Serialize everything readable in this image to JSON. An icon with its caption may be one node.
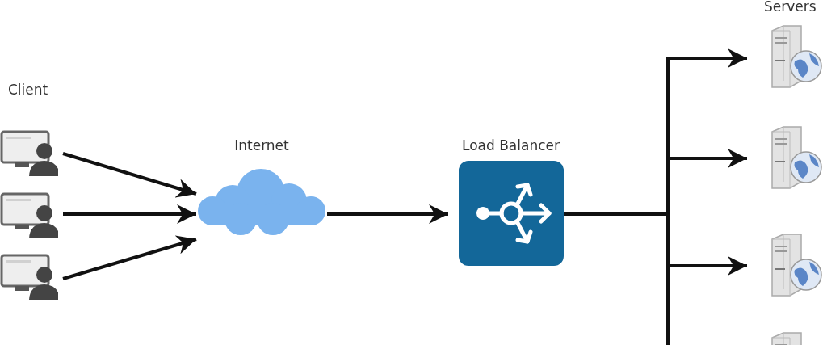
{
  "diagram": {
    "nodes": [
      {
        "text": [],
        "shape": "picture"
      },
      {
        "text": [],
        "shape": "picture"
      },
      {
        "text": [],
        "shape": "picture"
      },
      {
        "text": [
          "Internet"
        ]
      },
      {
        "text": [
          "Load Balancer"
        ]
      },
      {
        "text": [],
        "shape": "picture"
      },
      {
        "text": [],
        "shape": "picture"
      },
      {
        "text": [],
        "shape": "picture"
      },
      {
        "text": [],
        "shape": "picture"
      }
    ],
    "edges": [
      {
        "from": 0,
        "to": 3,
        "arrow": "to"
      },
      {
        "from": 1,
        "to": 3,
        "arrow": "to"
      },
      {
        "from": 2,
        "to": 3,
        "arrow": "to"
      },
      {
        "from": 3,
        "to": 4,
        "arrow": "to"
      },
      {
        "from": 4,
        "to": 5,
        "arrow": "to"
      },
      {
        "from": 4,
        "to": 6,
        "arrow": "to"
      },
      {
        "from": 4,
        "to": 7,
        "arrow": "to"
      },
      {
        "from": 4,
        "to": 8,
        "arrow": "to"
      }
    ],
    "labels": [
      "Client",
      "Servers"
    ]
  }
}
